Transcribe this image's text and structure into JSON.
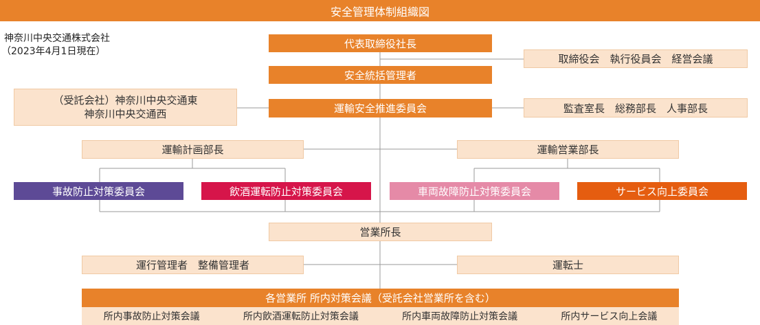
{
  "title": "安全管理体制組織図",
  "company": "神奈川中央交通株式会社",
  "as_of": "（2023年4月1日現在）",
  "nodes": {
    "president": "代表取締役社長",
    "board": "取締役会　執行役員会　経営会議",
    "safety_manager": "安全統括管理者",
    "outsourced_line1": "（受託会社）神奈川中央交通東",
    "outsourced_line2": "神奈川中央交通西",
    "transport_safety_committee": "運輸安全推進委員会",
    "audit": "監査室長　総務部長　人事部長",
    "transport_planning": "運輸計画部長",
    "transport_sales": "運輸営業部長",
    "accident_prevention": "事故防止対策委員会",
    "drunk_driving_prevention": "飲酒運転防止対策委員会",
    "vehicle_failure_prevention": "車両故障防止対策委員会",
    "service_improvement": "サービス向上委員会",
    "office_manager": "営業所長",
    "operation_managers": "運行管理者　整備管理者",
    "drivers": "運転士",
    "office_meeting": "各営業所 所内対策会議（受託会社営業所を含む）",
    "office_meeting_items": [
      "所内事故防止対策会議",
      "所内飲酒運転防止対策会議",
      "所内車両故障防止対策会議",
      "所内サービス向上会議"
    ]
  },
  "colors": {
    "orange": "#e8822a",
    "pale": "#fbe3cd",
    "purple": "#5d4a96",
    "crimson": "#d6154a",
    "pink": "#e58aa7",
    "deep_orange": "#e55d10",
    "line": "#9a9a9a"
  }
}
